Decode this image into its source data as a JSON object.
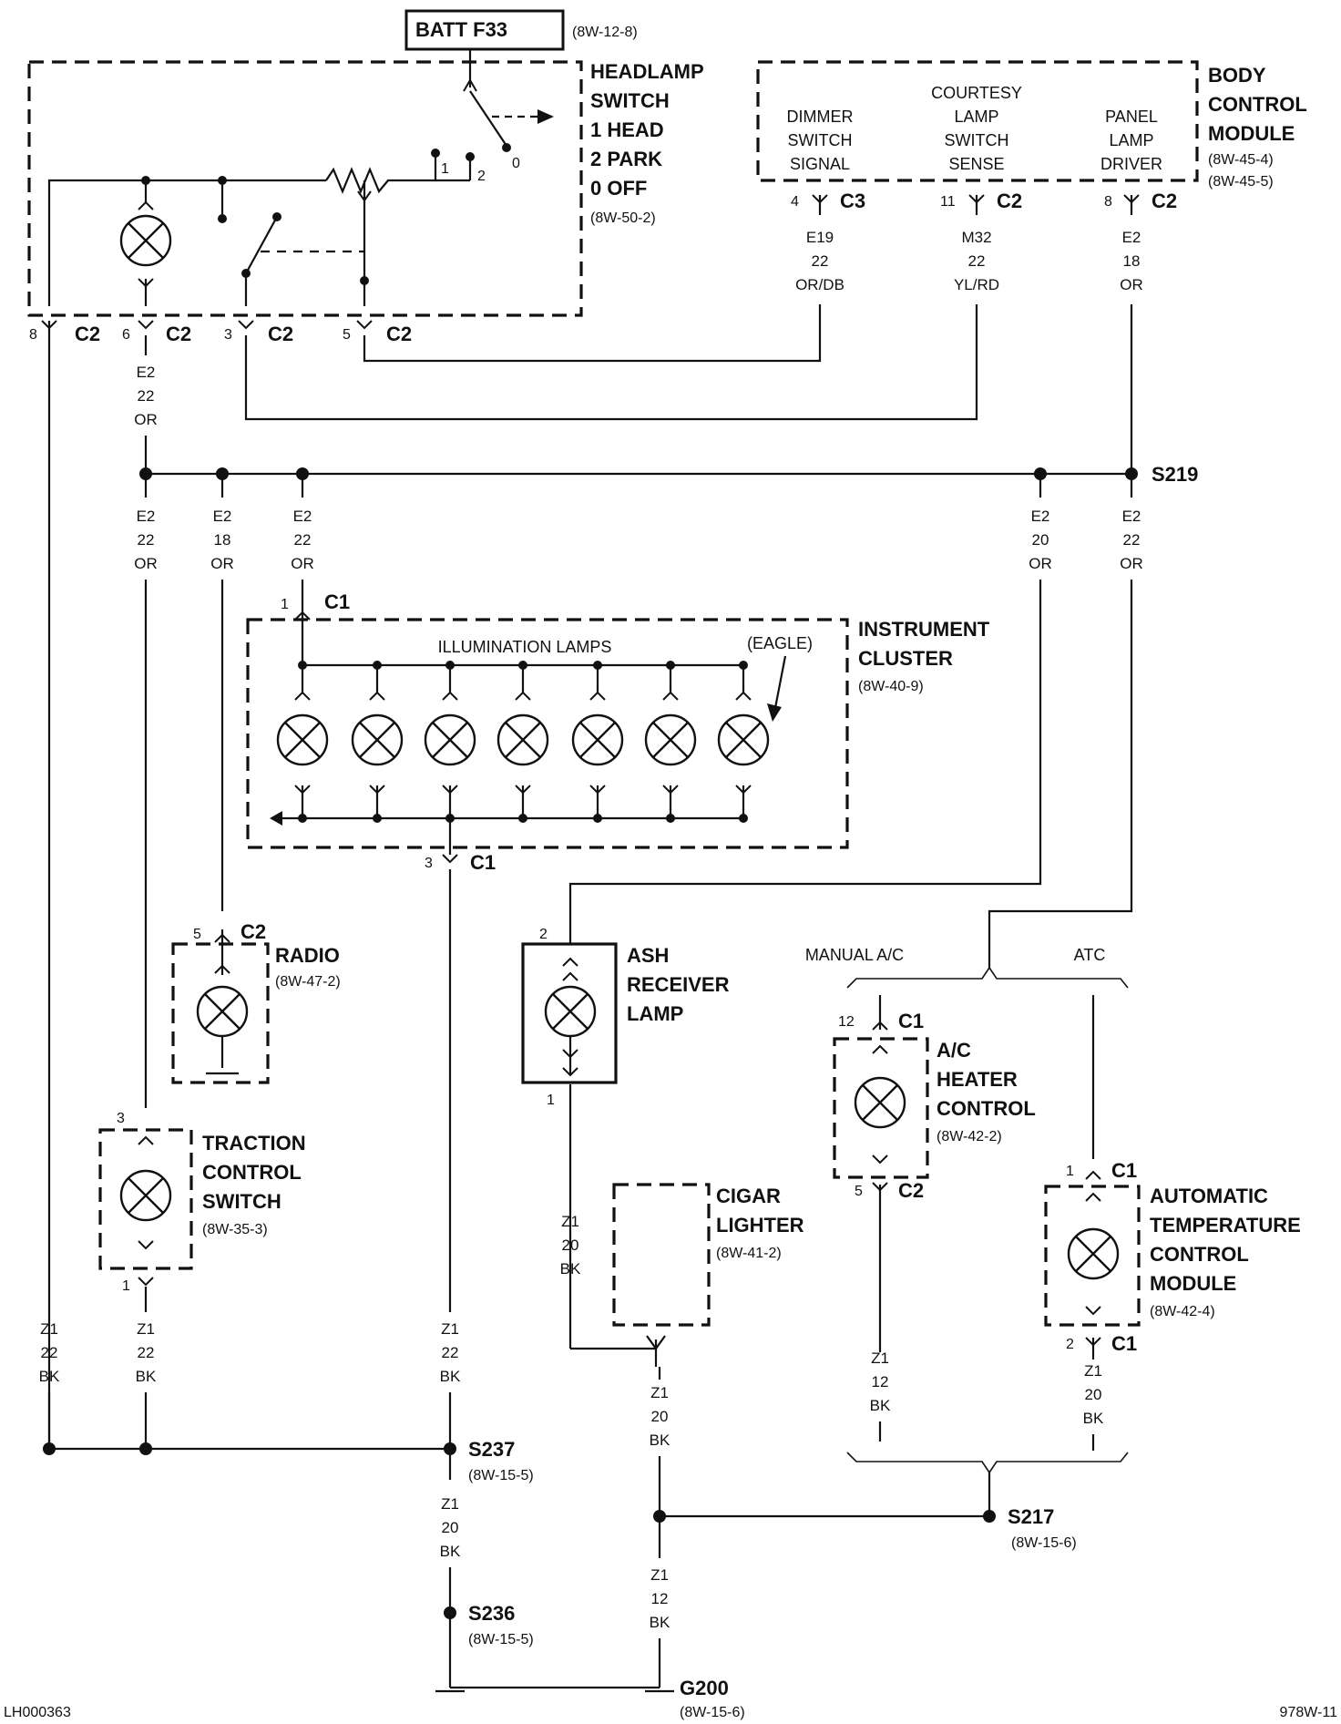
{
  "batt": {
    "label": "BATT F33",
    "ref": "(8W-12-8)"
  },
  "headlamp_switch": {
    "line1": "HEADLAMP",
    "line2": "SWITCH",
    "line3": "1 HEAD",
    "line4": "2 PARK",
    "line5": "0 OFF",
    "ref": "(8W-50-2)",
    "pos1": "1",
    "pos2": "2",
    "pos0": "0"
  },
  "bcm": {
    "line1": "BODY",
    "line2": "CONTROL",
    "line3": "MODULE",
    "ref1": "(8W-45-4)",
    "ref2": "(8W-45-5)",
    "dimmer": [
      "DIMMER",
      "SWITCH",
      "SIGNAL"
    ],
    "courtesy": [
      "COURTESY",
      "LAMP",
      "SWITCH",
      "SENSE"
    ],
    "panel": [
      "PANEL",
      "LAMP",
      "DRIVER"
    ]
  },
  "pins": {
    "p4": "4",
    "p11": "11",
    "p8": "8",
    "p6": "6",
    "p3": "3",
    "p5": "5",
    "p1": "1",
    "p2": "2",
    "p12": "12"
  },
  "connectors": {
    "c1": "C1",
    "c2": "C2",
    "c3": "C3"
  },
  "wires": {
    "e19": [
      "E19",
      "22",
      "OR/DB"
    ],
    "m32": [
      "M32",
      "22",
      "YL/RD"
    ],
    "e2_18": [
      "E2",
      "18",
      "OR"
    ],
    "e2_22": [
      "E2",
      "22",
      "OR"
    ],
    "e2_20": [
      "E2",
      "20",
      "OR"
    ],
    "z1_22": [
      "Z1",
      "22",
      "BK"
    ],
    "z1_20": [
      "Z1",
      "20",
      "BK"
    ],
    "z1_12": [
      "Z1",
      "12",
      "BK"
    ]
  },
  "cluster": {
    "line1": "INSTRUMENT",
    "line2": "CLUSTER",
    "ref": "(8W-40-9)",
    "lamps": "ILLUMINATION LAMPS",
    "eagle": "(EAGLE)"
  },
  "radio": {
    "name": "RADIO",
    "ref": "(8W-47-2)"
  },
  "ash": {
    "line1": "ASH",
    "line2": "RECEIVER",
    "line3": "LAMP"
  },
  "traction": {
    "line1": "TRACTION",
    "line2": "CONTROL",
    "line3": "SWITCH",
    "ref": "(8W-35-3)"
  },
  "cigar": {
    "line1": "CIGAR",
    "line2": "LIGHTER",
    "ref": "(8W-41-2)"
  },
  "ac": {
    "manual": "MANUAL A/C",
    "atc": "ATC",
    "line1": "A/C",
    "line2": "HEATER",
    "line3": "CONTROL",
    "ref": "(8W-42-2)"
  },
  "atc_module": {
    "line1": "AUTOMATIC",
    "line2": "TEMPERATURE",
    "line3": "CONTROL",
    "line4": "MODULE",
    "ref": "(8W-42-4)"
  },
  "splices": {
    "s219": "S219",
    "s237": "S237",
    "s237_ref": "(8W-15-5)",
    "s236": "S236",
    "s236_ref": "(8W-15-5)",
    "s217": "S217",
    "s217_ref": "(8W-15-6)",
    "g200": "G200",
    "g200_ref": "(8W-15-6)"
  },
  "footer": {
    "left": "LH000363",
    "right": "978W-11"
  }
}
